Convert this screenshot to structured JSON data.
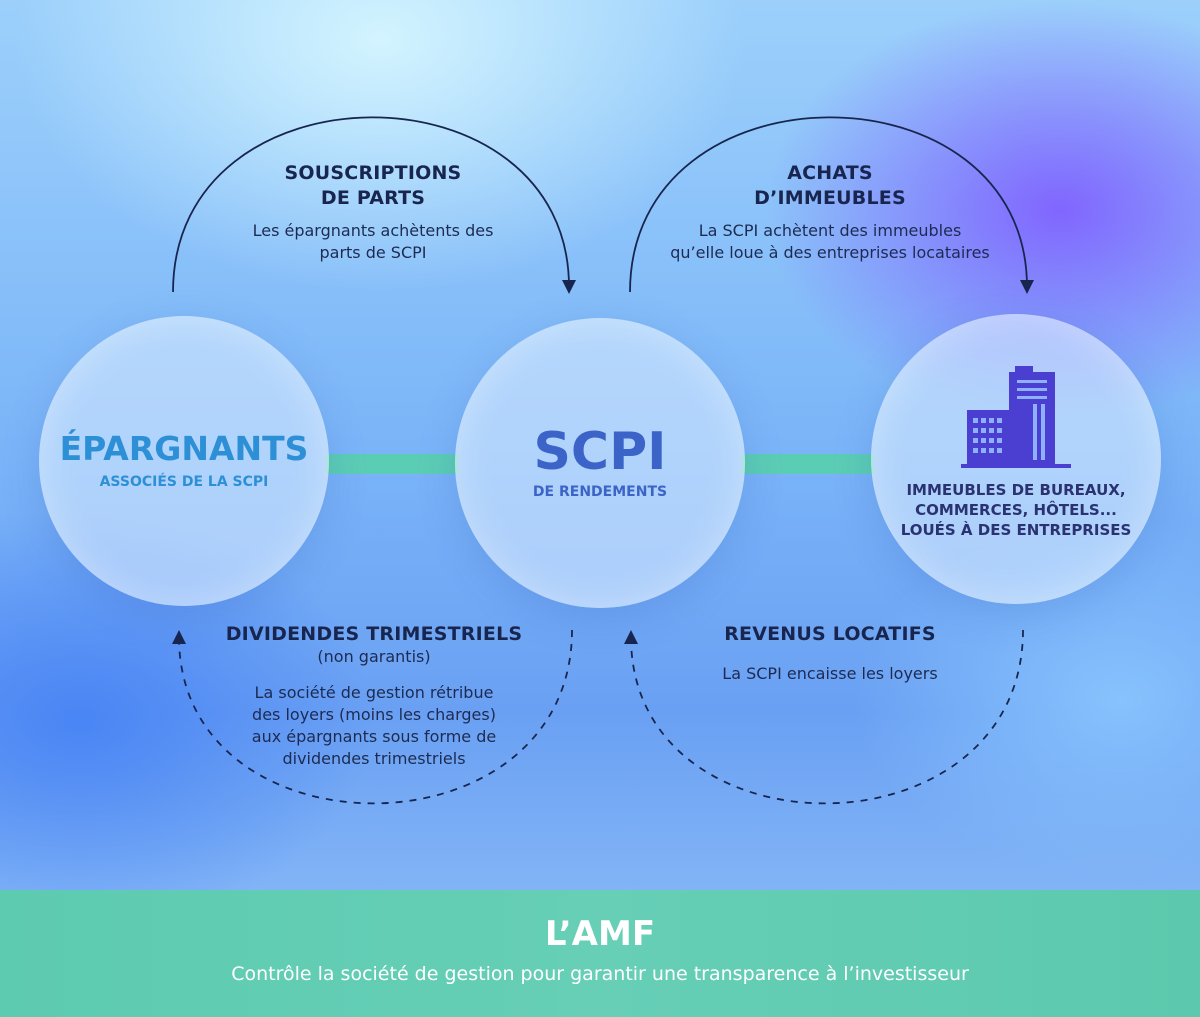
{
  "flows": {
    "souscriptions": {
      "heading_line1": "SOUSCRIPTIONS",
      "heading_line2": "DE PARTS",
      "desc_line1": "Les épargnants achètents des",
      "desc_line2": "parts de SCPI"
    },
    "achats": {
      "heading_line1": "ACHATS",
      "heading_line2": "D’IMMEUBLES",
      "desc_line1": "La SCPI achètent des immeubles",
      "desc_line2": "qu’elle loue à des entreprises locataires"
    },
    "dividendes": {
      "heading": "DIVIDENDES TRIMESTRIELS",
      "note": "(non garantis)",
      "desc_line1": "La société de gestion rétribue",
      "desc_line2": "des loyers (moins les charges)",
      "desc_line3": "aux épargnants sous forme de",
      "desc_line4": "dividendes trimestriels"
    },
    "revenus": {
      "heading": "REVENUS LOCATIFS",
      "desc": "La SCPI encaisse les loyers"
    }
  },
  "nodes": {
    "epargnants": {
      "title": "ÉPARGNANTS",
      "subtitle": "ASSOCIÉS DE LA SCPI"
    },
    "scpi": {
      "title": "SCPI",
      "subtitle": "DE RENDEMENTS"
    },
    "immeubles": {
      "line1": "IMMEUBLES DE BUREAUX,",
      "line2": "COMMERCES, HÔTELS...",
      "line3": "LOUÉS À DES ENTREPRISES",
      "icon": "office-buildings-icon"
    }
  },
  "footer": {
    "title": "L’AMF",
    "subtitle": "Contrôle la société de gestion pour garantir une transparence à l’investisseur"
  },
  "colors": {
    "dark_navy": "#18264f",
    "epargnants_blue": "#2d8fd6",
    "scpi_blue": "#3c64c8",
    "immeubles_navy": "#2b3272",
    "building_purple": "#4a3fd0",
    "connector_teal": "#5ccdb5",
    "footer_teal": "#62cdb3"
  }
}
